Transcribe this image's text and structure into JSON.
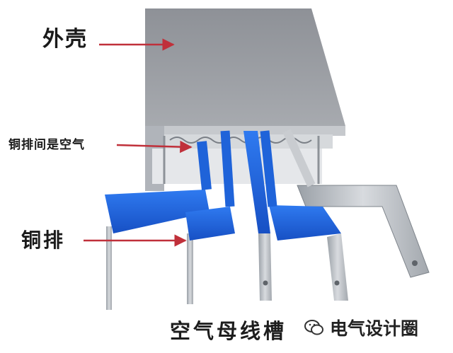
{
  "labels": {
    "shell": "外壳",
    "air_between_bars": "铜排间是空气",
    "copper_bar": "铜排"
  },
  "caption": "空气母线槽",
  "watermark": {
    "text": "电气设计圈",
    "icon": "wechat-icon"
  },
  "colors": {
    "arrow": "#c0303a",
    "insulation_blue": "#1f63d9",
    "shell_gray": "#9fa2a8",
    "metal": "#b8bcc2"
  }
}
